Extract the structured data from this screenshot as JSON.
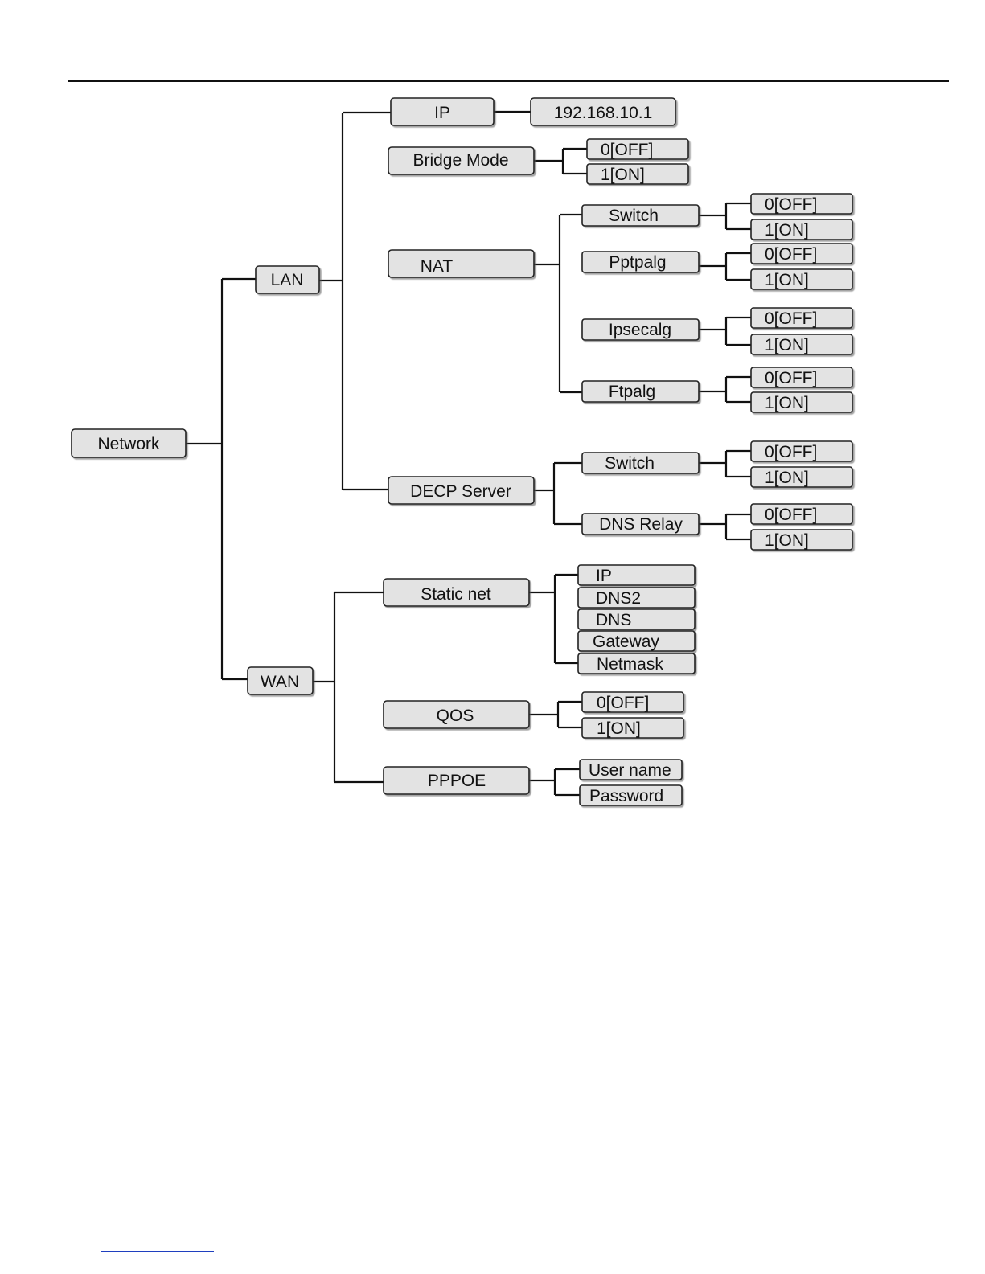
{
  "diagram": {
    "root": "Network",
    "lan": {
      "label": "LAN",
      "ip": {
        "label": "IP",
        "value": "192.168.10.1"
      },
      "bridge_mode": {
        "label": "Bridge Mode",
        "off": "0[OFF]",
        "on": "1[ON]"
      },
      "nat": {
        "label": "NAT",
        "switch": {
          "label": "Switch",
          "off": "0[OFF]",
          "on": "1[ON]"
        },
        "pptpalg": {
          "label": "Pptpalg",
          "off": "0[OFF]",
          "on": "1[ON]"
        },
        "ipsecalg": {
          "label": "Ipsecalg",
          "off": "0[OFF]",
          "on": "1[ON]"
        },
        "ftpalg": {
          "label": "Ftpalg",
          "off": "0[OFF]",
          "on": "1[ON]"
        }
      },
      "decp_server": {
        "label": "DECP Server",
        "switch": {
          "label": "Switch",
          "off": "0[OFF]",
          "on": "1[ON]"
        },
        "dns_relay": {
          "label": "DNS Relay",
          "off": "0[OFF]",
          "on": "1[ON]"
        }
      }
    },
    "wan": {
      "label": "WAN",
      "static_net": {
        "label": "Static net",
        "ip": "IP",
        "dns2": "DNS2",
        "dns": "DNS",
        "gateway": "Gateway",
        "netmask": "Netmask"
      },
      "qos": {
        "label": "QOS",
        "off": "0[OFF]",
        "on": "1[ON]"
      },
      "pppoe": {
        "label": "PPPOE",
        "user_name": "User name",
        "password": "Password"
      }
    }
  }
}
